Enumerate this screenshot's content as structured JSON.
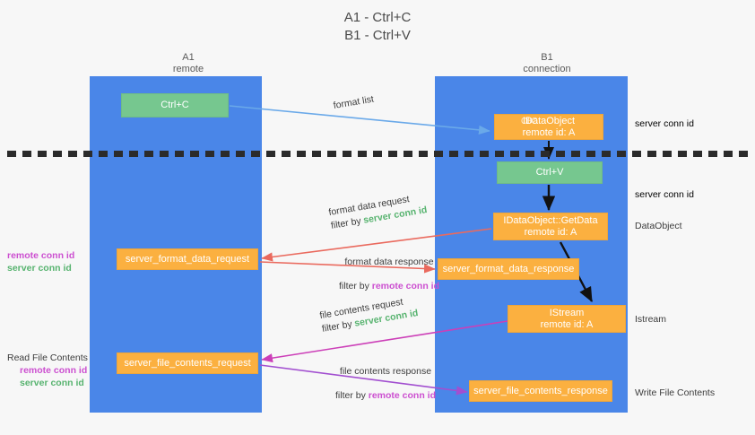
{
  "title": {
    "line1": "A1 - Ctrl+C",
    "line2": "B1 - Ctrl+V"
  },
  "lanes": [
    {
      "id": "a1",
      "name": "A1",
      "role": "remote"
    },
    {
      "id": "b1",
      "name": "B1",
      "role": "connection"
    }
  ],
  "boxes": {
    "ctrl_c": {
      "label": "Ctrl+C",
      "kind": "green"
    },
    "idataobject": {
      "label": "IDataObject",
      "ghost": "Ctrl+C",
      "sub": "remote id: A",
      "kind": "orange"
    },
    "ctrl_v": {
      "label": "Ctrl+V",
      "kind": "green"
    },
    "getdata": {
      "label": "IDataObject::GetData",
      "sub": "remote id: A",
      "kind": "orange"
    },
    "format_data_request": {
      "label": "server_format_data_request",
      "kind": "orange"
    },
    "format_data_response": {
      "label": "server_format_data_response",
      "kind": "orange"
    },
    "istream": {
      "label": "IStream",
      "sub": "remote id: A",
      "kind": "orange"
    },
    "file_contents_request": {
      "label": "server_file_contents_request",
      "kind": "orange"
    },
    "file_contents_response": {
      "label": "server_file_contents_response",
      "kind": "orange"
    }
  },
  "edge_labels": {
    "format_list": "format list",
    "format_data_request": "format data request",
    "format_data_request_filter_prefix": "filter by ",
    "format_data_request_filter_id": "server conn id",
    "format_data_response": "format data response",
    "format_data_response_filter_prefix": "filter by ",
    "format_data_response_filter_id": "remote conn id",
    "file_contents_request": "file contents request",
    "file_contents_request_filter_prefix": "filter by ",
    "file_contents_request_filter_id": "server conn id",
    "file_contents_response": "file contents response",
    "file_contents_response_filter_prefix": "filter by ",
    "file_contents_response_filter_id": "remote conn id"
  },
  "annotations": {
    "left_mid_remote": "remote conn id",
    "left_mid_server": "server conn id",
    "left_bottom_title": "Read File Contents",
    "left_bottom_remote": "remote conn id",
    "left_bottom_server": "server conn id",
    "right_server_conn_top": "server conn id",
    "right_server_conn_second": "server conn id",
    "right_dataobject": "DataObject",
    "right_istream": "Istream",
    "right_write_file_contents": "Write File Contents"
  },
  "colors": {
    "lane": "#4a86e8",
    "green_box": "#76c78f",
    "orange_box": "#fbb040",
    "green_id": "#57b36f",
    "pink_id": "#cc4fd0",
    "arrow_blue": "#6aa9e9",
    "arrow_red": "#ea6a5e",
    "arrow_magenta": "#cc3fb8",
    "arrow_purple": "#a24fd0",
    "arrow_black": "#111111",
    "divider": "#2b2b2b",
    "background": "#f7f7f7"
  }
}
